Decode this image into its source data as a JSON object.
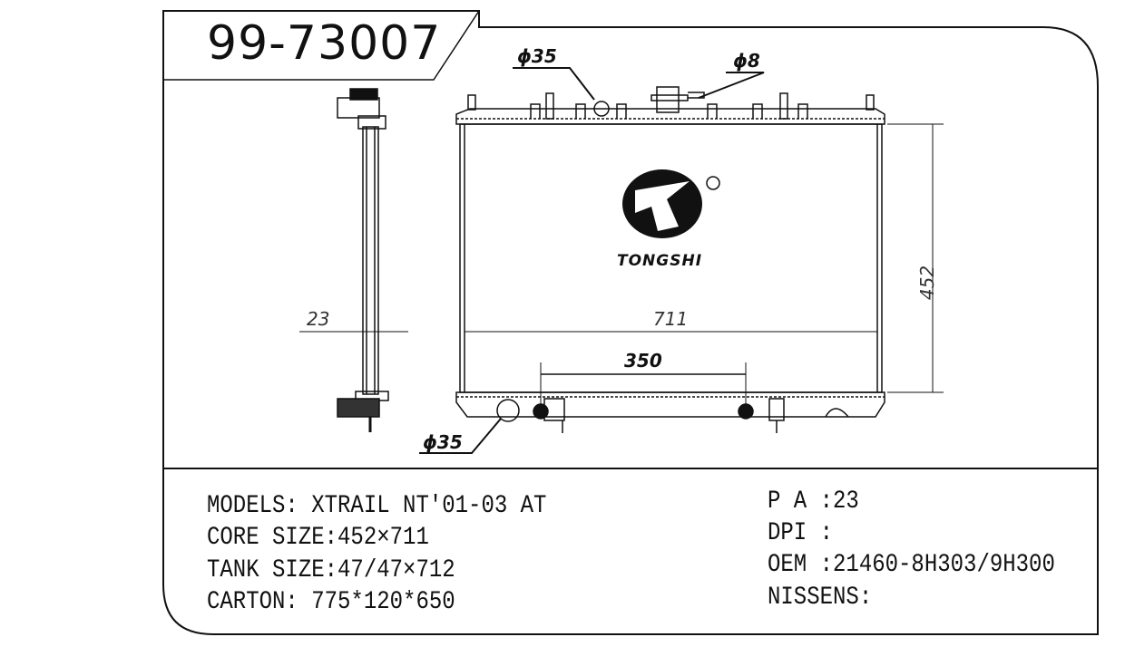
{
  "part_number": "99-73007",
  "brand": {
    "name": "TONGSHI",
    "registered_mark": "®"
  },
  "dimensions": {
    "thickness": "23",
    "width": "711",
    "height": "452",
    "inlet_outlet_spacing": "350",
    "top_pipe": "ϕ35",
    "vent_pipe": "ϕ8",
    "bottom_pipe": "ϕ35"
  },
  "specs_left": [
    "MODELS: XTRAIL NT'01-03 AT",
    "CORE SIZE:452×711",
    "TANK SIZE:47/47×712",
    "CARTON: 775*120*650"
  ],
  "specs_right": [
    "P A :23",
    "DPI :",
    "OEM :21460-8H303/9H300",
    "NISSENS:"
  ]
}
